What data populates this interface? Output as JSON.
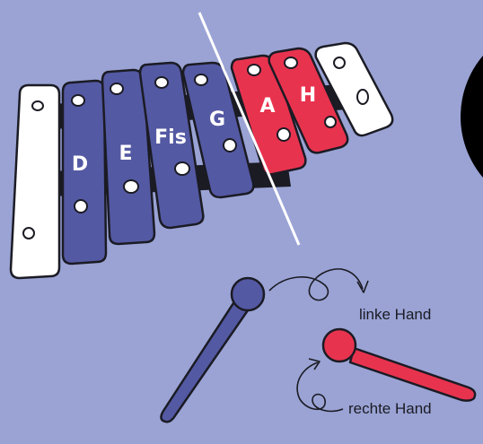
{
  "colors": {
    "background": "#9aa3d4",
    "blue_bar": "#5459a3",
    "red_bar": "#e8334f",
    "white_bar": "#ffffff",
    "outline": "#1b1b24",
    "disc": "#000000"
  },
  "bars": [
    {
      "id": "left-white",
      "label": "",
      "color": "white"
    },
    {
      "id": "d",
      "label": "D",
      "color": "blue"
    },
    {
      "id": "e",
      "label": "E",
      "color": "blue"
    },
    {
      "id": "fis",
      "label": "Fis",
      "color": "blue"
    },
    {
      "id": "g",
      "label": "G",
      "color": "blue"
    },
    {
      "id": "a",
      "label": "A",
      "color": "red"
    },
    {
      "id": "h",
      "label": "H",
      "color": "red"
    },
    {
      "id": "right-white",
      "label": "",
      "color": "white"
    }
  ],
  "hands": {
    "left_label": "linke Hand",
    "right_label": "rechte Hand"
  }
}
